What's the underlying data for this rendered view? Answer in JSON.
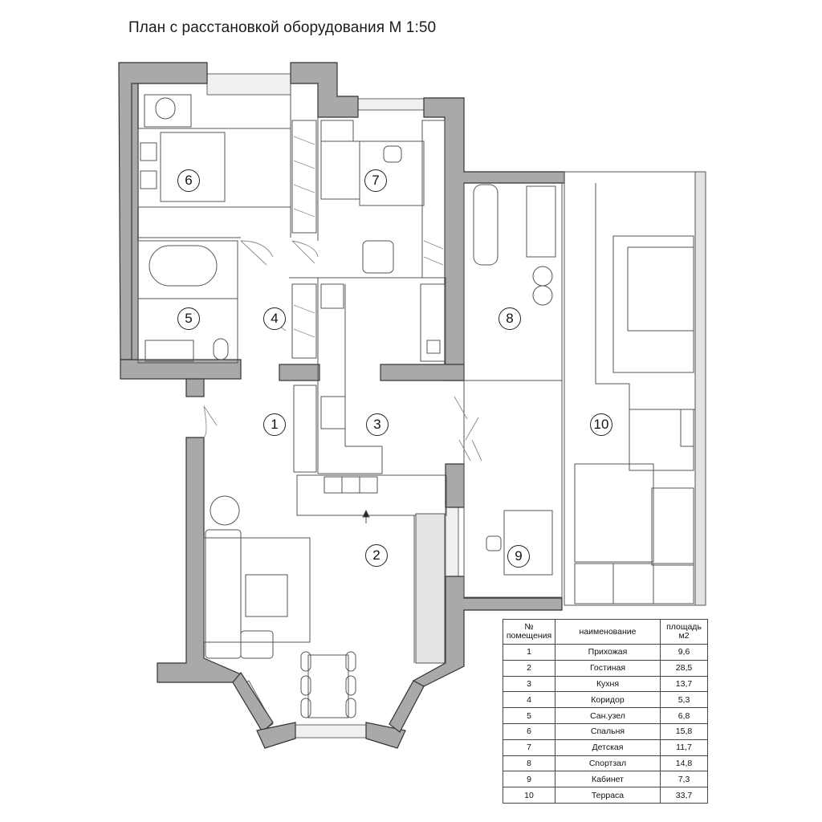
{
  "title": "План с расстановкой оборудования  М 1:50",
  "rooms": [
    {
      "number": "1"
    },
    {
      "number": "2"
    },
    {
      "number": "3"
    },
    {
      "number": "4"
    },
    {
      "number": "5"
    },
    {
      "number": "6"
    },
    {
      "number": "7"
    },
    {
      "number": "8"
    },
    {
      "number": "9"
    },
    {
      "number": "10"
    }
  ],
  "table": {
    "headers": {
      "number": "№ помещения",
      "name": "наименование",
      "area": "площадь м2"
    },
    "rows": [
      {
        "number": "1",
        "name": "Прихожая",
        "area": "9,6"
      },
      {
        "number": "2",
        "name": "Гостиная",
        "area": "28,5"
      },
      {
        "number": "3",
        "name": "Кухня",
        "area": "13,7"
      },
      {
        "number": "4",
        "name": "Коридор",
        "area": "5,3"
      },
      {
        "number": "5",
        "name": "Сан.узел",
        "area": "6,8"
      },
      {
        "number": "6",
        "name": "Спальня",
        "area": "15,8"
      },
      {
        "number": "7",
        "name": "Детская",
        "area": "11,7"
      },
      {
        "number": "8",
        "name": "Спортзал",
        "area": "14,8"
      },
      {
        "number": "9",
        "name": "Кабинет",
        "area": "7,3"
      },
      {
        "number": "10",
        "name": "Терраса",
        "area": "33,7"
      }
    ]
  },
  "colors": {
    "wall": "#a9a9a9",
    "wall_stroke": "#333333",
    "line": "#555555",
    "window": "#e4e4e4"
  }
}
